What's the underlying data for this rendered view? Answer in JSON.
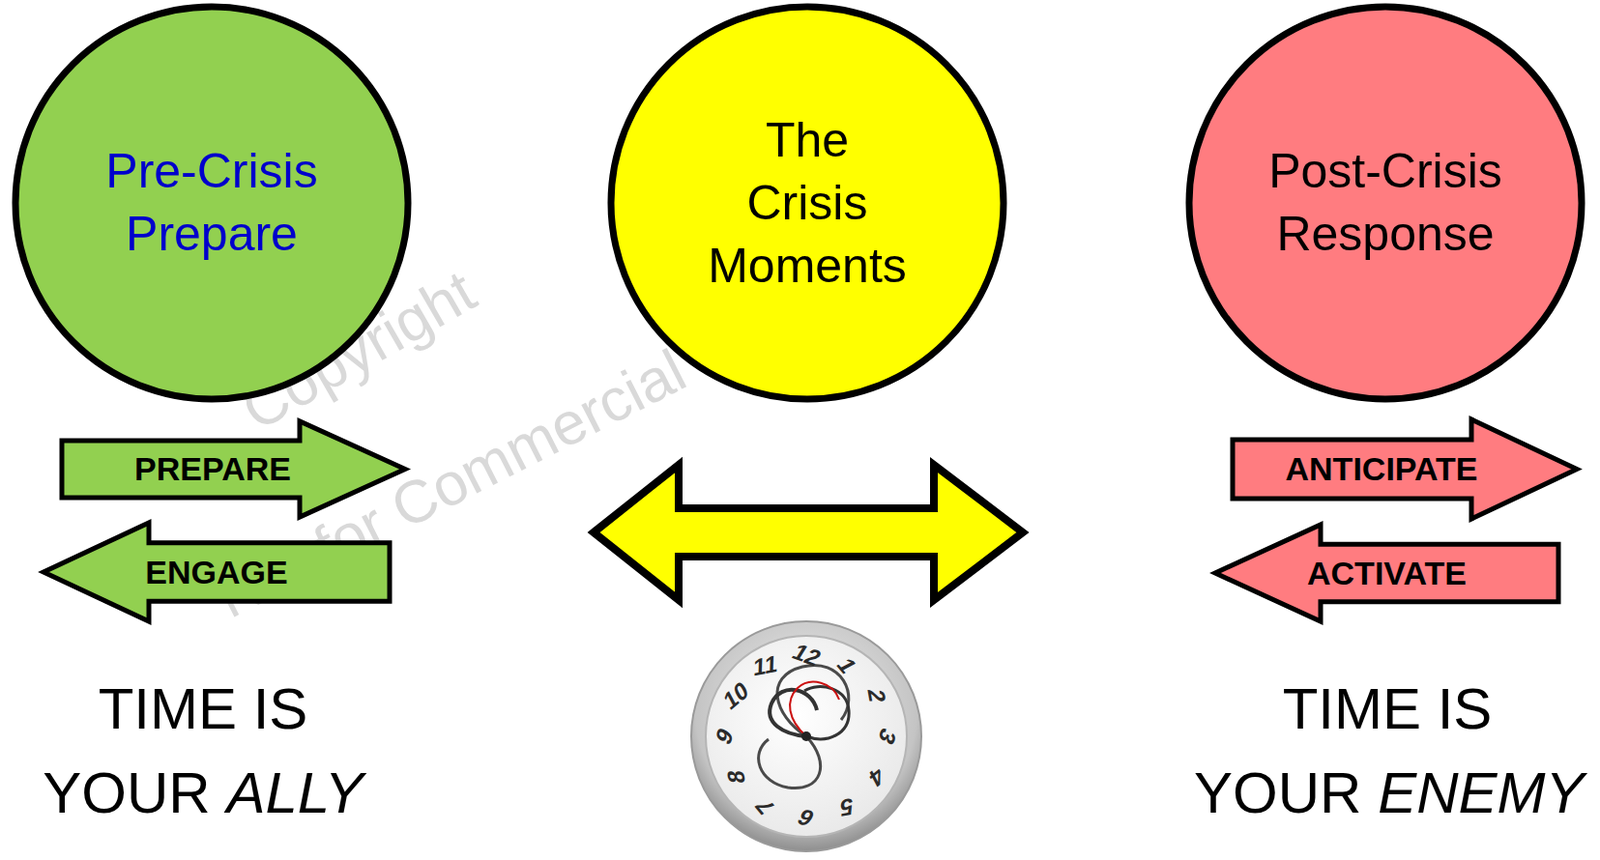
{
  "diagram": {
    "nodes": [
      {
        "text": [
          "Pre-Crisis Prepare"
        ]
      },
      {
        "text": [
          "The Crisis Moments"
        ]
      },
      {
        "text": [
          "Post-Crisis Response"
        ]
      },
      {
        "text": [
          "PREPARE"
        ]
      },
      {
        "text": [
          "ENGAGE"
        ]
      },
      {
        "text": [
          "ANTICIPATE"
        ]
      },
      {
        "text": [
          "ACTIVATE"
        ]
      }
    ],
    "labels": [
      "Copyright",
      "Not for Commercial Purposes",
      "TIME IS",
      "YOUR",
      "ALLY",
      "12",
      "1",
      "2",
      "3",
      "4",
      "5",
      "6",
      "7",
      "8",
      "9",
      "10",
      "11",
      "TIME IS",
      "YOUR",
      "ENEMY"
    ]
  }
}
